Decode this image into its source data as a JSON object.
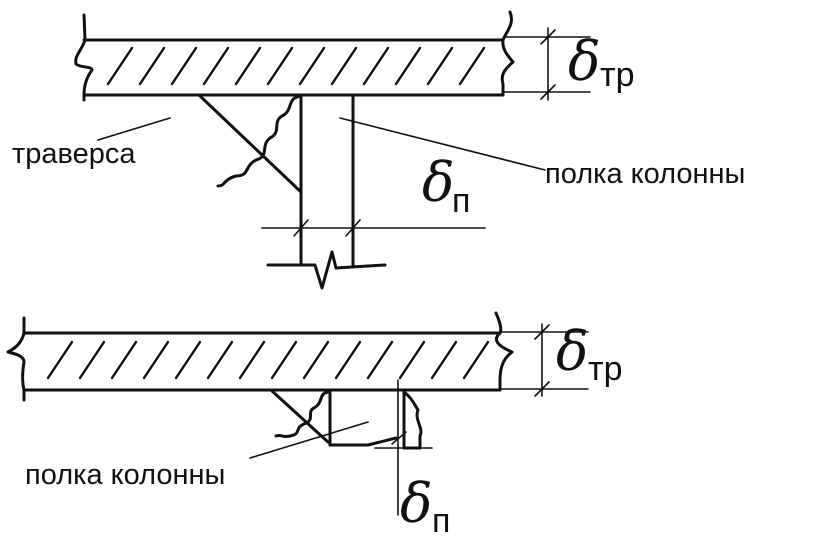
{
  "top_detail": {
    "label_traverse": "траверса",
    "label_flange": "полка колонны",
    "dim_traverse": {
      "symbol": "δ",
      "subscript": "тр"
    },
    "dim_flange": {
      "symbol": "δ",
      "subscript": "п"
    }
  },
  "bottom_detail": {
    "label_flange": "полка колонны",
    "dim_traverse": {
      "symbol": "δ",
      "subscript": "тр"
    },
    "dim_flange": {
      "symbol": "δ",
      "subscript": "п"
    }
  }
}
